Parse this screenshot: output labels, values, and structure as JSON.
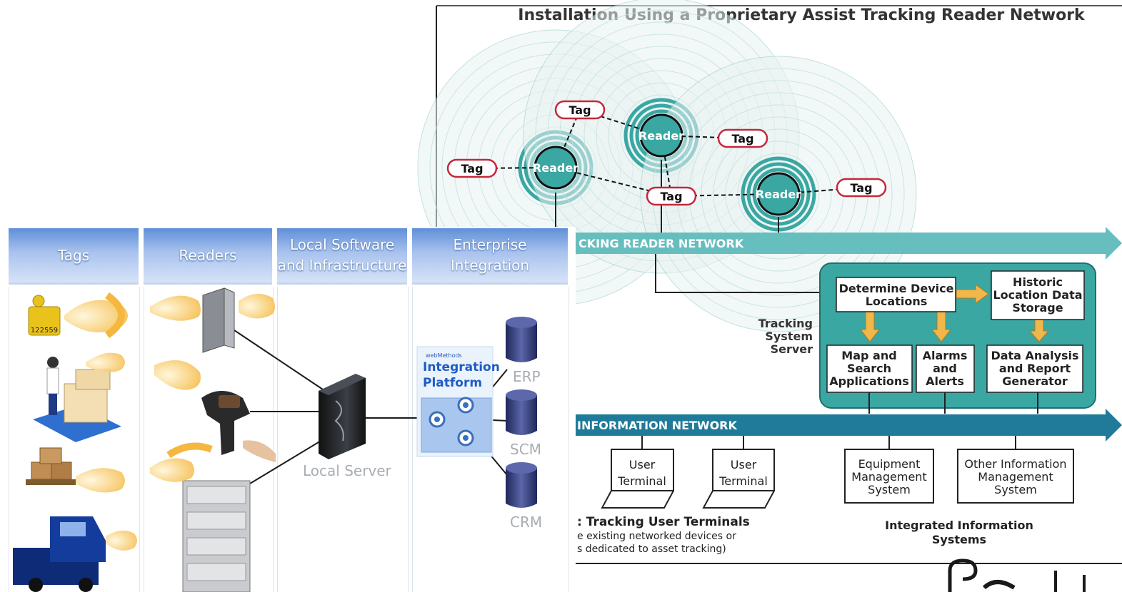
{
  "right_diagram": {
    "title": "Installation Using a Proprietary Assist Tracking Reader Network",
    "tag_label": "Tag",
    "reader_label": "Reader",
    "reader_network_label": "CKING READER NETWORK",
    "information_network_label": "INFORMATION NETWORK",
    "server_label": [
      "Tracking",
      "System",
      "Server"
    ],
    "boxes": {
      "determine": [
        "Determine Device",
        "Locations"
      ],
      "historic": [
        "Historic",
        "Location Data",
        "Storage"
      ],
      "map": [
        "Map and",
        "Search",
        "Applications"
      ],
      "alarms": [
        "Alarms",
        "and",
        "Alerts"
      ],
      "analysis": [
        "Data Analysis",
        "and Report",
        "Generator"
      ]
    },
    "terminals": [
      {
        "line1": "User",
        "line2": "Terminal"
      },
      {
        "line1": "User",
        "line2": "Terminal"
      }
    ],
    "systems": [
      {
        "lines": [
          "Equipment",
          "Management",
          "System"
        ]
      },
      {
        "lines": [
          "Other Information",
          "Management",
          "System"
        ]
      }
    ],
    "terminals_caption": {
      "title": ": Tracking User Terminals",
      "lines": [
        "e existing networked devices or",
        "s dedicated to asset tracking)"
      ]
    },
    "integrated_caption": [
      "Integrated Information",
      "Systems"
    ],
    "colors": {
      "teal": "#3aa7a3",
      "network_arrow": "#5bb8b8",
      "info_arrow": "#1f7b99",
      "tag_outline": "#c4283b",
      "yellow_arrow": "#f2b74a"
    }
  },
  "left_diagram": {
    "columns": [
      {
        "title_lines": [
          "Tags"
        ]
      },
      {
        "title_lines": [
          "Readers"
        ]
      },
      {
        "title_lines": [
          "Local Software",
          "and Infrastructure"
        ]
      },
      {
        "title_lines": [
          "Enterprise",
          "Integration"
        ]
      }
    ],
    "tag_number": "122559",
    "local_server_label": "Local Server",
    "integration": {
      "brand": "webMethods",
      "line1": "Integration",
      "line2": "Platform"
    },
    "databases": [
      "ERP",
      "SCM",
      "CRM"
    ],
    "colors": {
      "header_top": "#5f8fd9",
      "header_bottom": "#d6e3f7",
      "db": "#2f3a73",
      "wave": "#f4b840"
    }
  }
}
